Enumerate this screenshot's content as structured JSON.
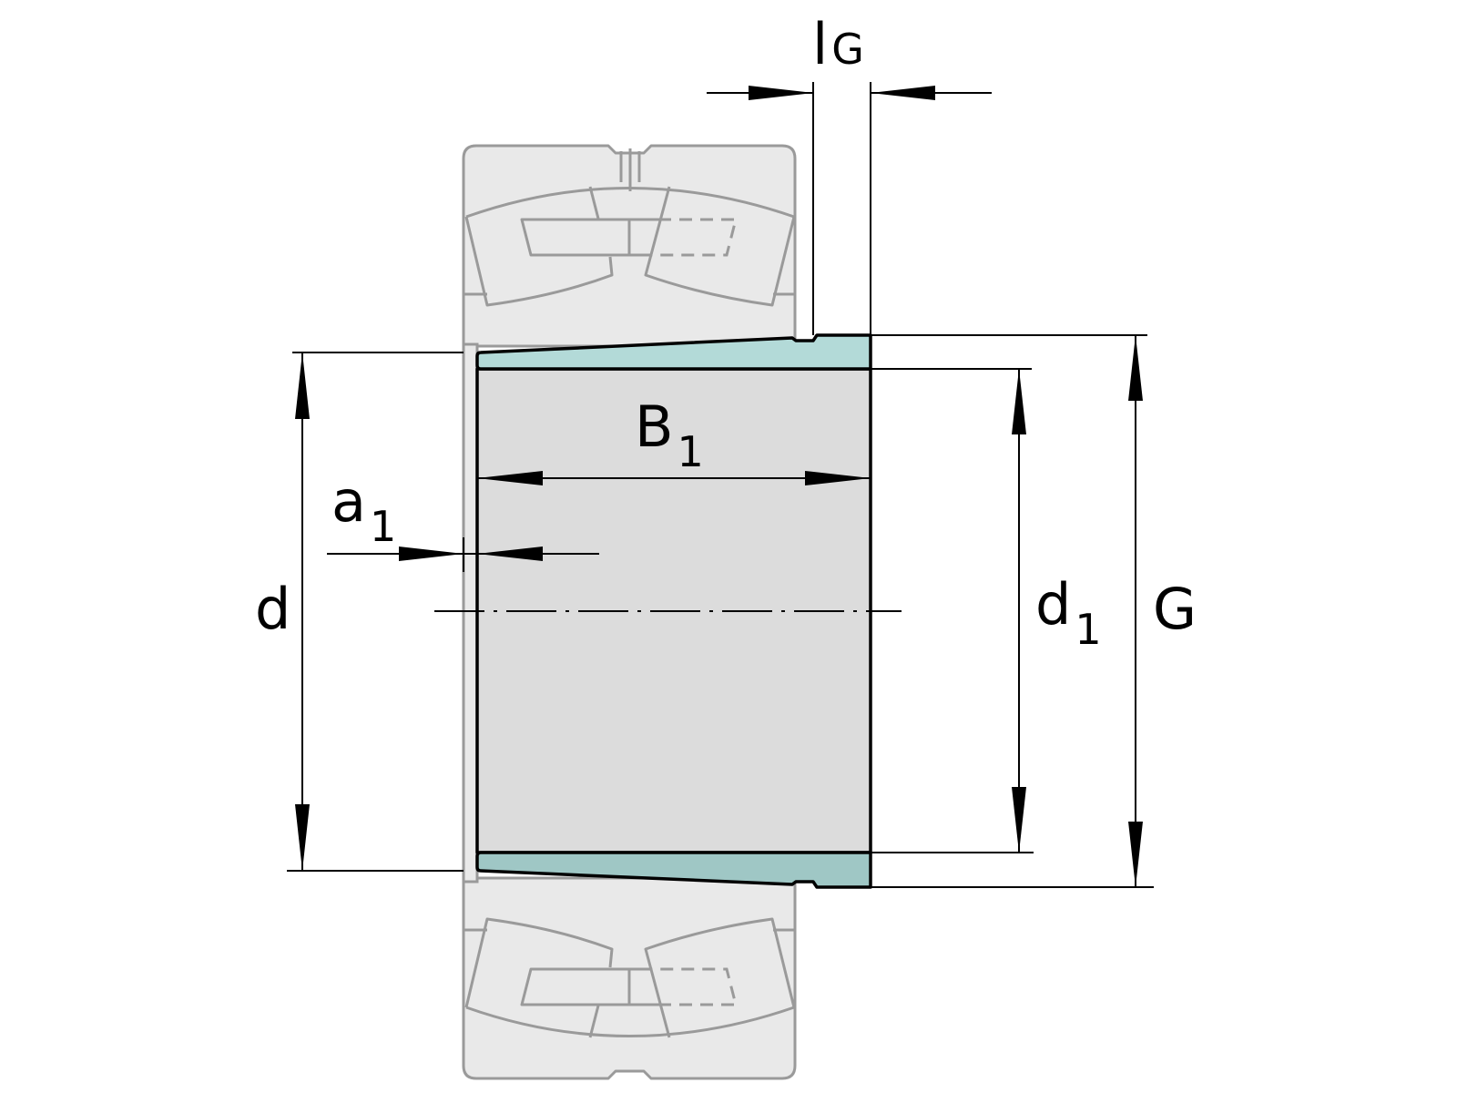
{
  "diagram": {
    "colors": {
      "bearing_fill": "#e9e9e9",
      "bearing_stroke": "#9a9a9a",
      "sleeve_fill": "#dcdcdc",
      "taper_top": "#b3dad8",
      "taper_bottom": "#9fc7c5"
    },
    "labels": {
      "lG": {
        "main": "l",
        "sub": "G"
      },
      "B1": {
        "main": "B",
        "sub": "1"
      },
      "a1": {
        "main": "a",
        "sub": "1"
      },
      "d": {
        "main": "d"
      },
      "d1": {
        "main": "d",
        "sub": "1"
      },
      "G": {
        "main": "G"
      }
    }
  }
}
